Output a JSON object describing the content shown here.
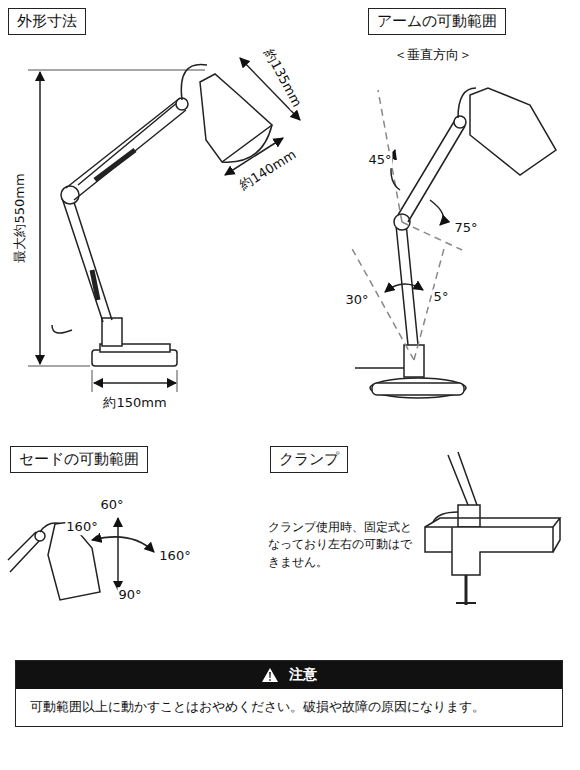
{
  "diagram": {
    "nodes": [
      {
        "text": [
          "外形寸法"
        ]
      },
      {
        "text": [
          "アームの可動範囲"
        ]
      },
      {
        "text": [
          "セードの可動範囲"
        ]
      },
      {
        "text": [
          "クランプ"
        ]
      },
      {
        "text": [
          "注意",
          "可動範囲以上に動かすことはおやめください。破損や故障の原因になります。"
        ]
      }
    ],
    "labels": [
      "約135mm",
      "約140mm",
      "最大約550mm",
      "約150mm",
      "＜垂直方向＞",
      "45°",
      "75°",
      "30°",
      "5°",
      "60°",
      "160°",
      "160°",
      "90°",
      "クランプ使用時、固定式となっており左右の可動はできません。"
    ]
  }
}
